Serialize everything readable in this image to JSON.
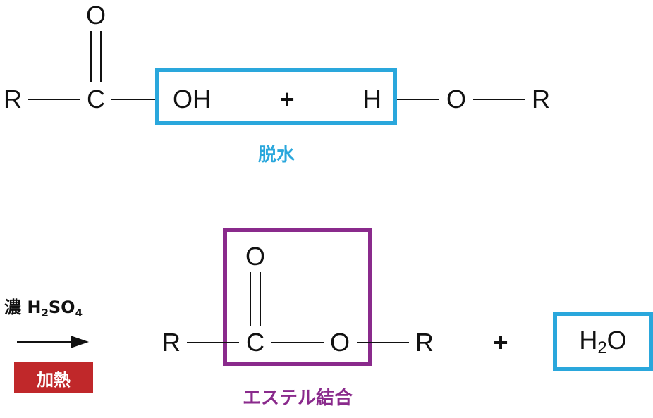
{
  "colors": {
    "blue_box": "#2aa7dc",
    "purple_box": "#8a2a8c",
    "label_blue": "#2aa7dc",
    "label_purple": "#8a2a8c",
    "badge_red": "#c0282a"
  },
  "reactants": {
    "carbonyl_o": "O",
    "r1": "R",
    "c": "C",
    "oh": "OH",
    "plus": "+",
    "h": "H",
    "o": "O",
    "r2": "R"
  },
  "dehydration_label": "脱水",
  "conditions": {
    "reagent_prefix": "濃 H",
    "sub_2": "2",
    "reagent_mid": "SO",
    "sub_4": "4",
    "heat_label": "加熱"
  },
  "products": {
    "carbonyl_o": "O",
    "r1": "R",
    "c": "C",
    "o": "O",
    "r2": "R",
    "plus": "+",
    "water_h": "H",
    "water_sub": "2",
    "water_o": "O"
  },
  "ester_bond_label": "エステル結合"
}
